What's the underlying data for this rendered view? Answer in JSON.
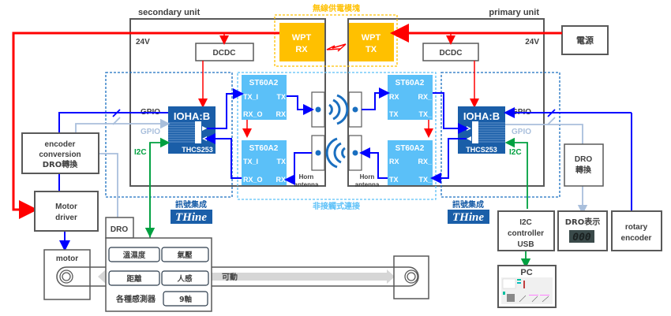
{
  "units": {
    "secondary": {
      "title": "secondary unit",
      "voltage": "24V",
      "dcdc": "DCDC"
    },
    "primary": {
      "title": "primary unit",
      "voltage": "24V",
      "dcdc": "DCDC"
    }
  },
  "wpt": {
    "group_title": "無線供電模塊",
    "rx_line1": "WPT",
    "rx_line2": "RX",
    "tx_line1": "WPT",
    "tx_line2": "TX"
  },
  "power_source": "電源",
  "ioha": {
    "left": {
      "title": "IOHA:B",
      "part": "THCS253",
      "gpio1": "GPIO",
      "gpio2": "GPIO",
      "i2c": "I2C"
    },
    "right": {
      "title": "IOHA:B",
      "part": "THCS253",
      "gpio1": "GPIO",
      "gpio2": "GPIO",
      "i2c": "I2C"
    }
  },
  "st60": {
    "left_top": {
      "title": "ST60A2",
      "p1": "TX_I",
      "p2": "TX",
      "p3": "RX_O",
      "p4": "RX"
    },
    "left_bottom": {
      "title": "ST60A2",
      "p1": "TX_I",
      "p2": "TX",
      "p3": "RX_O",
      "p4": "RX"
    },
    "right_top": {
      "title": "ST60A2",
      "p1": "RX",
      "p2": "RX_",
      "p3": "TX",
      "p4": "TX_"
    },
    "right_bottom": {
      "title": "ST60A2",
      "p1": "RX",
      "p2": "RX_",
      "p3": "TX",
      "p4": "TX_"
    }
  },
  "antenna": {
    "left_line1": "Horn",
    "left_line2": "antenna",
    "right_line1": "Horn",
    "right_line2": "antenna"
  },
  "contactless_label": "非接觸式連接",
  "thine": {
    "caption": "訊號集成",
    "logo": "THine"
  },
  "left_side": {
    "encoder_conversion": [
      "encoder",
      "conversion",
      "DRO轉換"
    ],
    "motor_driver": [
      "Motor",
      "driver"
    ],
    "motor": "motor",
    "movable": "可動"
  },
  "sensors": {
    "tab": "DRO",
    "items": [
      "溫濕度",
      "氣壓",
      "距離",
      "人感",
      "9軸"
    ],
    "caption": "各種感測器"
  },
  "right_side": {
    "dro_conversion": [
      "DRO",
      "轉換"
    ],
    "i2c_controller": [
      "I2C",
      "controller",
      "USB"
    ],
    "dro_display": {
      "title": "DRO表示",
      "digits": "000"
    },
    "rotary_encoder": [
      "rotary",
      "encoder"
    ],
    "pc": "PC"
  },
  "colors": {
    "power": "#ff0000",
    "signal": "#0000ff",
    "gpio_light": "#a9bfdc",
    "i2c": "#00a040",
    "wpt": "#ffc000",
    "st60": "#5bc0f8",
    "ioha": "#1a5ea8",
    "frame": "#595959"
  }
}
